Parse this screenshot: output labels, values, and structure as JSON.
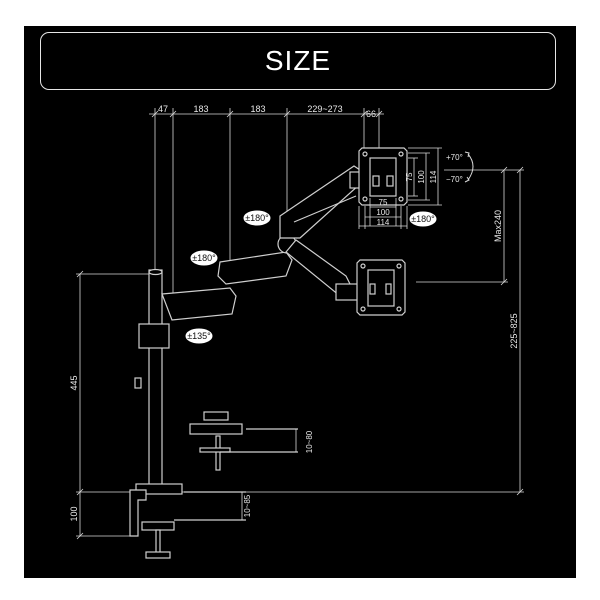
{
  "title": "SIZE",
  "top_dimensions": [
    "47",
    "183",
    "183",
    "229~273",
    "66"
  ],
  "plate_dimensions": {
    "width_75": "75",
    "width_100": "100",
    "width_114": "114",
    "height_75": "75",
    "height_100": "100",
    "height_114": "114"
  },
  "tilt": {
    "up": "+70°",
    "down": "−70°"
  },
  "rotations": {
    "plate": "±180°",
    "joint_1": "±180°",
    "joint_2": "±180°",
    "joint_3": "±135°"
  },
  "vertical_dimensions": {
    "max_drop": "Max240",
    "height_range": "225~825",
    "pole_height": "445",
    "base_height": "100",
    "grommet_thickness": "10~80",
    "clamp_thickness": "10~85"
  }
}
